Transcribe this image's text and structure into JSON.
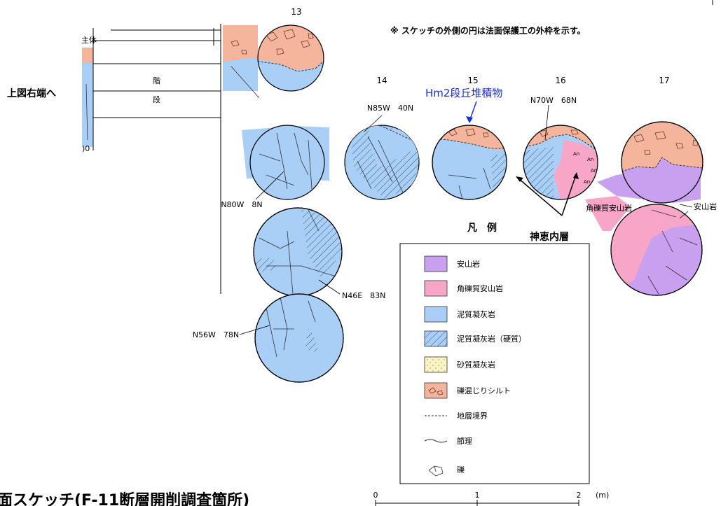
{
  "note": "※ スケッチの外側の円は法面保護工の外枠を示す。",
  "left_label": "上図右端へ",
  "left_panel": {
    "top_label": "主体",
    "stair_chars": [
      "階",
      "段"
    ],
    "partial_number": ")0"
  },
  "columns": [
    "13",
    "14",
    "15",
    "16",
    "17"
  ],
  "hm2_label": "Hm2段丘堆積物",
  "kamie_label": "神恵内層",
  "breccia_label": "角礫質安山岩",
  "andesite_label": "安山岩",
  "an_mark": "An",
  "orientations": {
    "n85w": "N85W　40N",
    "n70w": "N70W　68N",
    "n80w": "N80W　8N",
    "n46e": "N46E　83N",
    "n56w": "N56W　78N"
  },
  "legend": {
    "title": "凡　例",
    "items": [
      {
        "label": "安山岩",
        "color": "#c9a0f0"
      },
      {
        "label": "角礫質安山岩",
        "color": "#f7a6c8"
      },
      {
        "label": "泥質凝灰岩",
        "color": "#a9cff7"
      },
      {
        "label": "泥質凝灰岩（硬質）",
        "color": "#a9cff7"
      },
      {
        "label": "砂質凝灰岩",
        "color": "#fbf5c6"
      },
      {
        "label": "礫混じりシルト",
        "color": "#f5b59c"
      },
      {
        "label": "地層境界"
      },
      {
        "label": "節理"
      },
      {
        "label": "礫"
      }
    ]
  },
  "scale": {
    "ticks": [
      "0",
      "1",
      "2"
    ],
    "unit": "(m)"
  },
  "bottom_caption": "面スケッチ(F-11断層開削調査箇所)"
}
